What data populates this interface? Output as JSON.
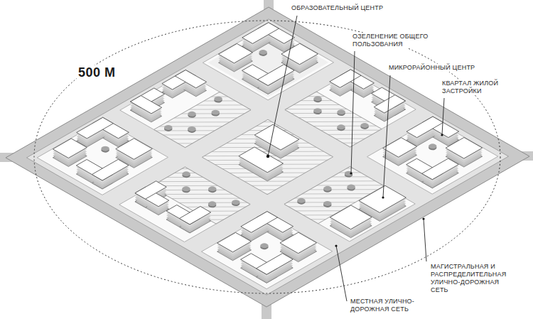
{
  "diagram": {
    "labels": [
      "500 М",
      "ОБРАЗОВАТЕЛЬНЫЙ ЦЕНТР",
      "ОЗЕЛЕНЕНИЕ ОБЩЕГО ПОЛЬЗОВАНИЯ",
      "МИКРОРАЙОННЫЙ ЦЕНТР",
      "КВАРТАЛ ЖИЛОЙ ЗАСТРОЙКИ",
      "МАГИСТРАЛЬНАЯ И РАСПРЕДЕЛИТЕЛЬНАЯ УЛИЧНО-ДОРОЖНАЯ СЕТЬ",
      "МЕСТНАЯ УЛИЧНО-ДОРОЖНАЯ СЕТЬ"
    ]
  }
}
